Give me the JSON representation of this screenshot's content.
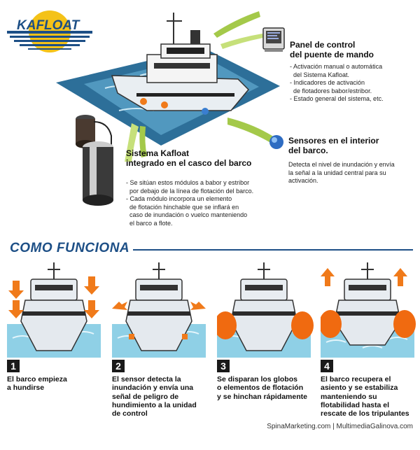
{
  "logo": {
    "text": "KAFLOAT"
  },
  "panel": {
    "title_lines": [
      "Panel de control",
      "del puente de mando"
    ],
    "items": [
      "- Activación manual o automática",
      "  del Sistema Kafloat.",
      "- Indicadores de activación",
      "  de flotadores babor/estribor.",
      "- Estado general del sistema, etc."
    ]
  },
  "sensors": {
    "title_lines": [
      "Sensores en el interior",
      "del barco."
    ],
    "text_lines": [
      "Detecta el nivel de inundación y envía",
      "la señal a la unidad central para su",
      "activación."
    ]
  },
  "kafloat": {
    "title_lines": [
      "Sistema Kafloat",
      "integrado en el casco del barco"
    ],
    "items": [
      "- Se sitúan estos módulos a babor y estribor",
      "  por debajo de la línea de flotación del barco.",
      "- Cada módulo incorpora un elemento",
      "  de flotación hinchable que se inflará en",
      "  caso de inundación o vuelco manteniendo",
      "  el barco a flote."
    ]
  },
  "section_title": "COMO FUNCIONA",
  "steps": [
    {
      "number": "1",
      "lines": [
        "El barco empieza",
        "a hundirse"
      ]
    },
    {
      "number": "2",
      "lines": [
        "El sensor detecta la",
        "inundación y envía una",
        "señal de peligro de",
        "hundimiento a la unidad",
        "de control"
      ]
    },
    {
      "number": "3",
      "lines": [
        "Se disparan los globos",
        "o elementos de flotación",
        "y se hinchan rápidamente"
      ]
    },
    {
      "number": "4",
      "lines": [
        "El barco recupera el",
        "asiento y se estabiliza",
        "manteniendo su",
        "flotabilidad hasta el",
        "rescate de los tripulantes"
      ]
    }
  ],
  "footer": "SpinaMarketing.com  |  MultimediaGalinova.com",
  "colors": {
    "accent_blue": "#1d4f86",
    "arrow_orange": "#f07a1a",
    "float_orange": "#f06a10",
    "water": "#8fd0e6"
  }
}
